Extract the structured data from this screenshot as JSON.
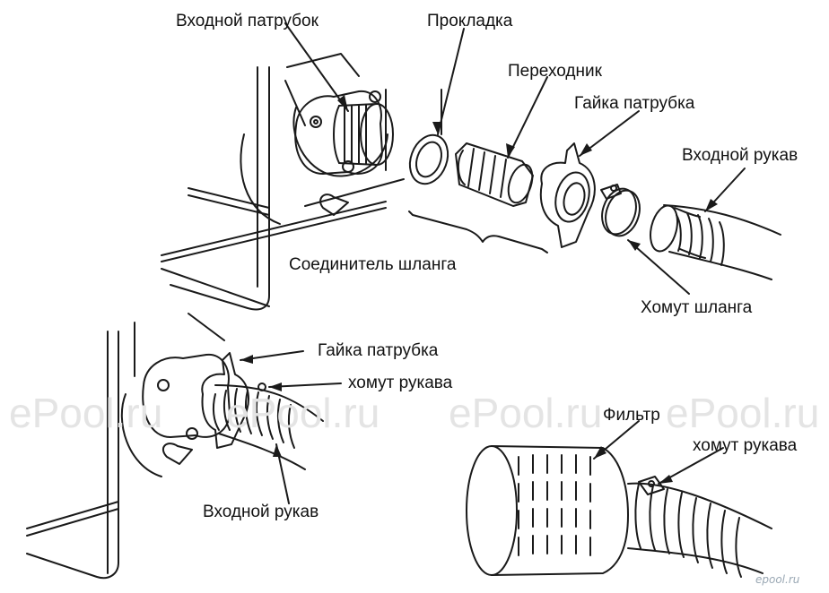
{
  "labels": {
    "inlet_pipe": "Входной патрубок",
    "gasket": "Прокладка",
    "adapter": "Переходник",
    "pipe_nut_top": "Гайка патрубка",
    "inlet_hose_top": "Входной рукав",
    "hose_connector": "Соединитель шланга",
    "hose_clamp": "Хомут шланга",
    "pipe_nut_mid": "Гайка патрубка",
    "sleeve_clamp_mid": "хомут рукава",
    "inlet_hose_mid": "Входной рукав",
    "filter": "Фильтр",
    "sleeve_clamp_bottom": "хомут рукава"
  },
  "watermarks": [
    "ePool.ru",
    "ePool.ru",
    "ePool.ru",
    "ePool.ru"
  ],
  "logo": "epool.ru",
  "colors": {
    "ink": "#111111",
    "watermark": "#e4e4e4"
  }
}
